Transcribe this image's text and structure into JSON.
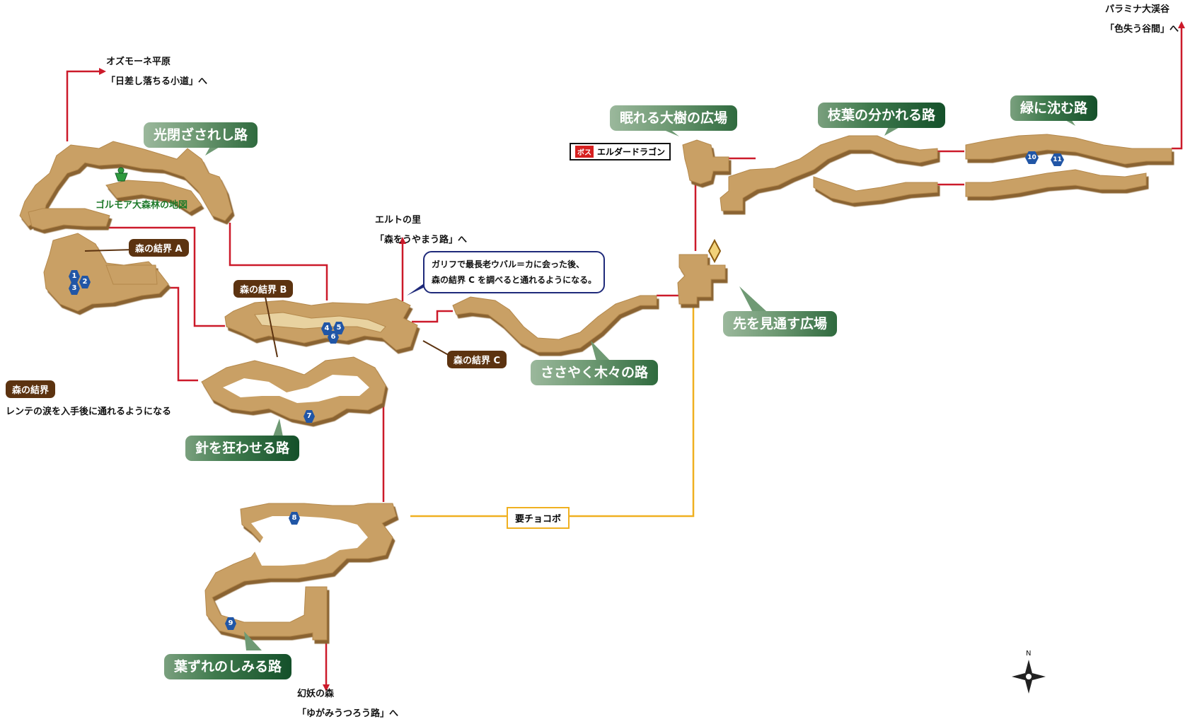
{
  "areas": [
    {
      "id": "hikari",
      "name": "光閉ざされし路",
      "style": "light"
    },
    {
      "id": "hari",
      "name": "針を狂わせる路",
      "style": "dark"
    },
    {
      "id": "sasayaku",
      "name": "ささやく木々の路",
      "style": "light"
    },
    {
      "id": "hazure",
      "name": "葉ずれのしみる路",
      "style": "dark"
    },
    {
      "id": "nemureru",
      "name": "眠れる大樹の広場",
      "style": "light"
    },
    {
      "id": "edaha",
      "name": "枝葉の分かれる路",
      "style": "dark"
    },
    {
      "id": "midori",
      "name": "緑に沈む路",
      "style": "dark"
    },
    {
      "id": "sakiwo",
      "name": "先を見通す広場",
      "style": "light"
    }
  ],
  "barriers": {
    "a": "森の結界 A",
    "b": "森の結界 B",
    "c": "森の結界 C"
  },
  "exits": {
    "ozmone": {
      "region": "オズモーネ平原",
      "path": "「日差し落ちる小道」へ"
    },
    "elt": {
      "region": "エルトの里",
      "path": "「森をうやまう路」へ"
    },
    "gen": {
      "region": "幻妖の森",
      "path": "「ゆがみうつろう路」へ"
    },
    "paramina": {
      "region": "パラミナ大渓谷",
      "path": "「色失う谷間」へ"
    }
  },
  "legend": {
    "tag": "森の結界",
    "note": "レンテの涙を入手後に通れるようになる"
  },
  "callout": {
    "line1": "ガリフで最長老ウバル＝カに会った後、",
    "line2": "森の結界 C を調べると通れるようになる。"
  },
  "boss": {
    "badge": "ボス",
    "name": "エルダードラゴン"
  },
  "chocobo": "要チョコボ",
  "map_item": "ゴルモア大森林の地図",
  "markers": [
    "1",
    "2",
    "3",
    "4",
    "5",
    "6",
    "7",
    "8",
    "9",
    "10",
    "11"
  ],
  "compass": "N",
  "colors": {
    "path_fill": "#c9a065",
    "path_shade": "#9a7038",
    "route_red": "#cc1a2a",
    "route_chocobo": "#f0b020",
    "label_green": "#2f6a3e",
    "barrier_brown": "#5c3310",
    "marker_blue": "#2156a6"
  }
}
